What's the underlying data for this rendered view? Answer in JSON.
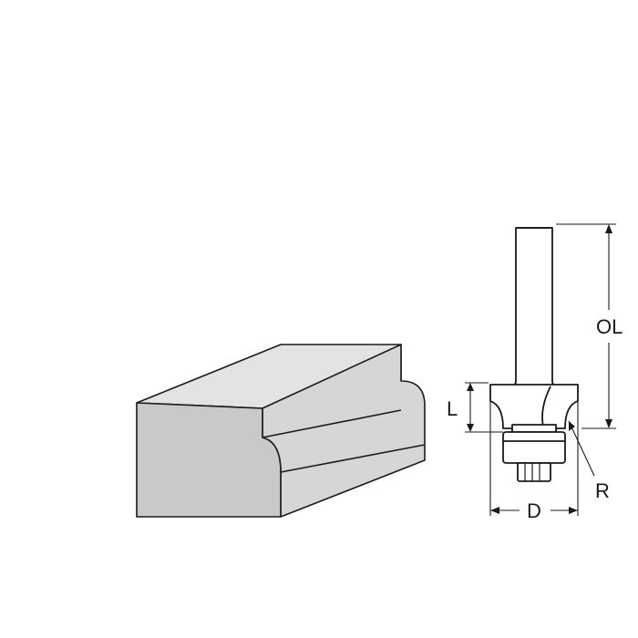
{
  "labels": {
    "overall_length": "OL",
    "cutting_length": "L",
    "diameter": "D",
    "radius": "R"
  },
  "colors": {
    "block_front": "#c9c9cb",
    "block_top": "#e3e3e5",
    "block_side": "#d6d6d8",
    "outline": "#1a1a1a",
    "bit_fill": "#ffffff"
  }
}
